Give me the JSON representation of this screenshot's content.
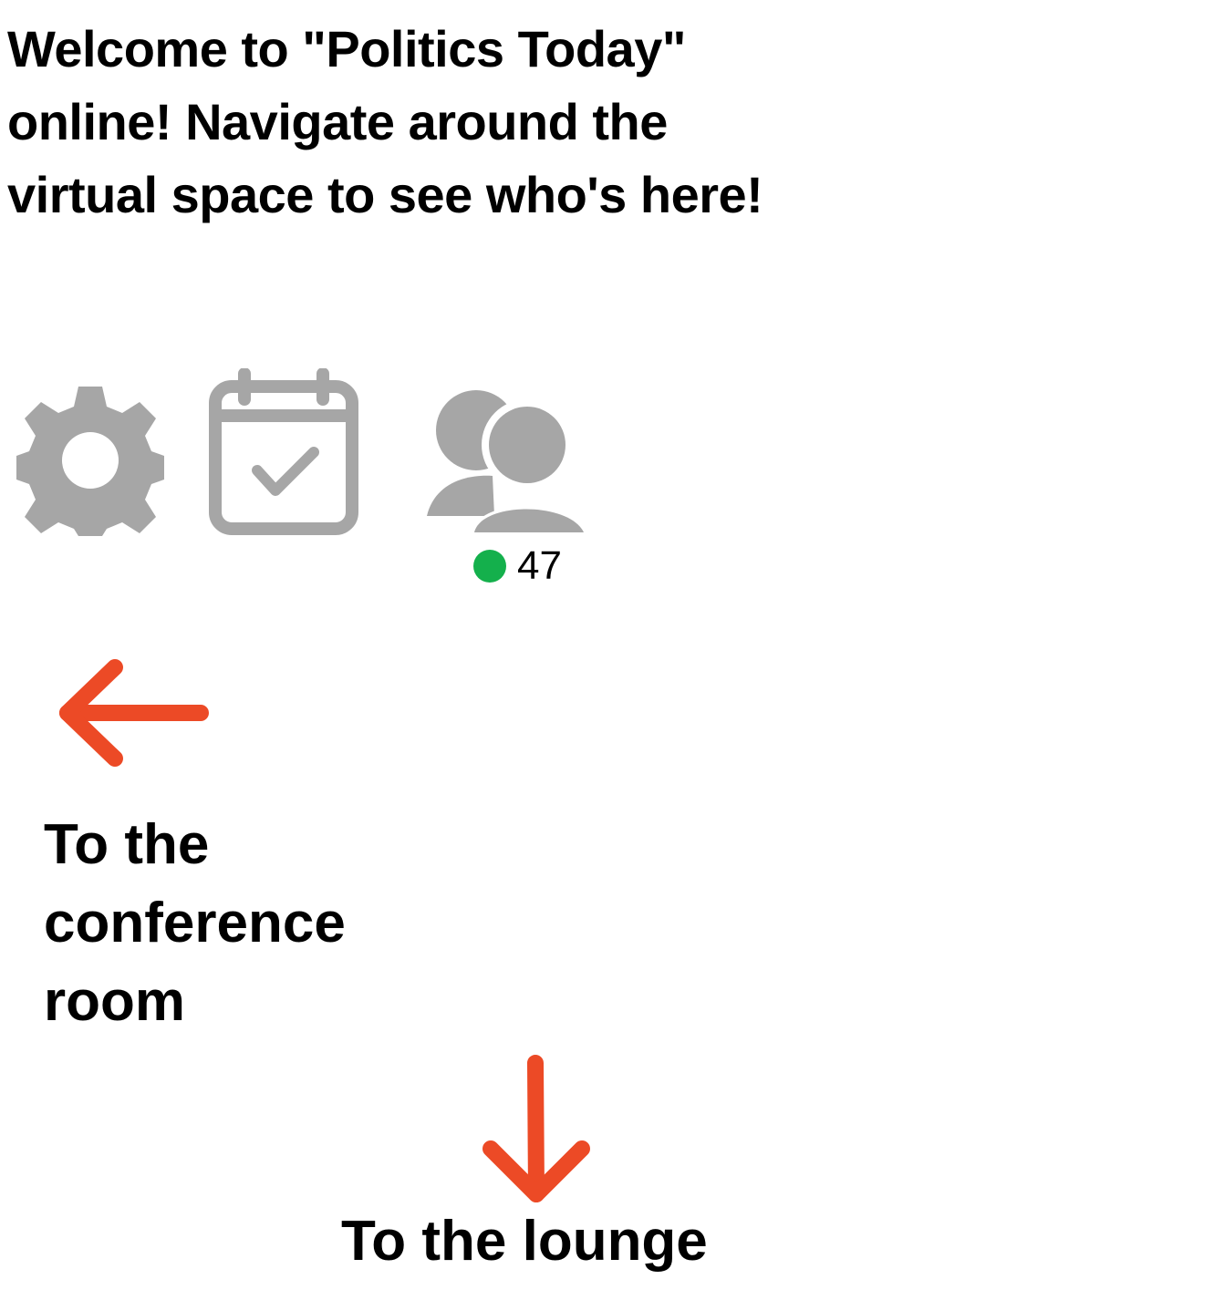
{
  "welcome": {
    "text": "Welcome to \"Politics Today\" online! Navigate around the virtual space to see who's here!"
  },
  "toolbar": {
    "icons": [
      {
        "name": "settings-gear-icon",
        "color": "#a6a6a6"
      },
      {
        "name": "calendar-check-icon",
        "color": "#a6a6a6"
      },
      {
        "name": "people-icon",
        "color": "#a6a6a6"
      }
    ],
    "online": {
      "status_color": "#14b04c",
      "count": "47"
    }
  },
  "navigation": {
    "accent": "#ec4a26",
    "conference": {
      "label": "To the conference room",
      "icon": "arrow-left-icon"
    },
    "lounge": {
      "label": "To the lounge",
      "icon": "arrow-down-icon"
    }
  }
}
